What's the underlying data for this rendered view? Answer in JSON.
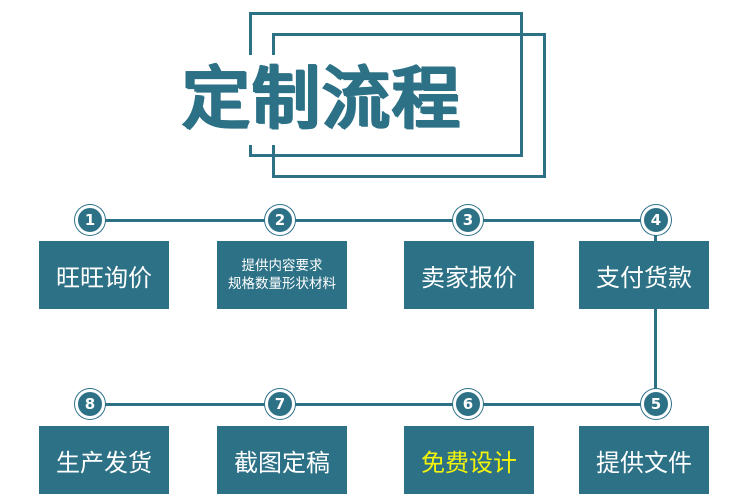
{
  "title": "定制流程",
  "colors": {
    "primary": "#2d7186",
    "highlight": "#f3f40a"
  },
  "steps": [
    {
      "number": "1",
      "label": "旺旺询价"
    },
    {
      "number": "2",
      "label_line1": "提供内容要求",
      "label_line2": "规格数量形状材料"
    },
    {
      "number": "3",
      "label": "卖家报价"
    },
    {
      "number": "4",
      "label": "支付货款"
    },
    {
      "number": "5",
      "label": "提供文件"
    },
    {
      "number": "6",
      "label": "免费设计"
    },
    {
      "number": "7",
      "label": "截图定稿"
    },
    {
      "number": "8",
      "label": "生产发货"
    }
  ]
}
